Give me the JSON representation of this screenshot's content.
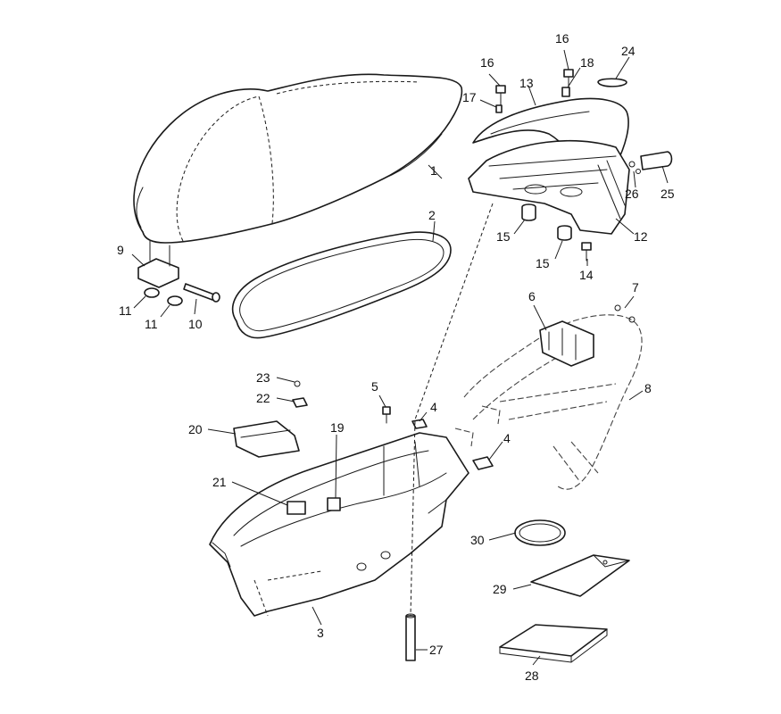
{
  "callouts": [
    {
      "id": "c1",
      "text": "1"
    },
    {
      "id": "c2",
      "text": "2"
    },
    {
      "id": "c3",
      "text": "3"
    },
    {
      "id": "c4a",
      "text": "4"
    },
    {
      "id": "c4b",
      "text": "4"
    },
    {
      "id": "c5",
      "text": "5"
    },
    {
      "id": "c6",
      "text": "6"
    },
    {
      "id": "c7",
      "text": "7"
    },
    {
      "id": "c8",
      "text": "8"
    },
    {
      "id": "c9",
      "text": "9"
    },
    {
      "id": "c10",
      "text": "10"
    },
    {
      "id": "c11a",
      "text": "11"
    },
    {
      "id": "c11b",
      "text": "11"
    },
    {
      "id": "c12",
      "text": "12"
    },
    {
      "id": "c13",
      "text": "13"
    },
    {
      "id": "c14",
      "text": "14"
    },
    {
      "id": "c15a",
      "text": "15"
    },
    {
      "id": "c15b",
      "text": "15"
    },
    {
      "id": "c16a",
      "text": "16"
    },
    {
      "id": "c16b",
      "text": "16"
    },
    {
      "id": "c17",
      "text": "17"
    },
    {
      "id": "c18",
      "text": "18"
    },
    {
      "id": "c19",
      "text": "19"
    },
    {
      "id": "c20",
      "text": "20"
    },
    {
      "id": "c21",
      "text": "21"
    },
    {
      "id": "c22",
      "text": "22"
    },
    {
      "id": "c23",
      "text": "23"
    },
    {
      "id": "c24",
      "text": "24"
    },
    {
      "id": "c25",
      "text": "25"
    },
    {
      "id": "c26",
      "text": "26"
    },
    {
      "id": "c27",
      "text": "27"
    },
    {
      "id": "c28",
      "text": "28"
    },
    {
      "id": "c29",
      "text": "29"
    },
    {
      "id": "c30",
      "text": "30"
    }
  ]
}
